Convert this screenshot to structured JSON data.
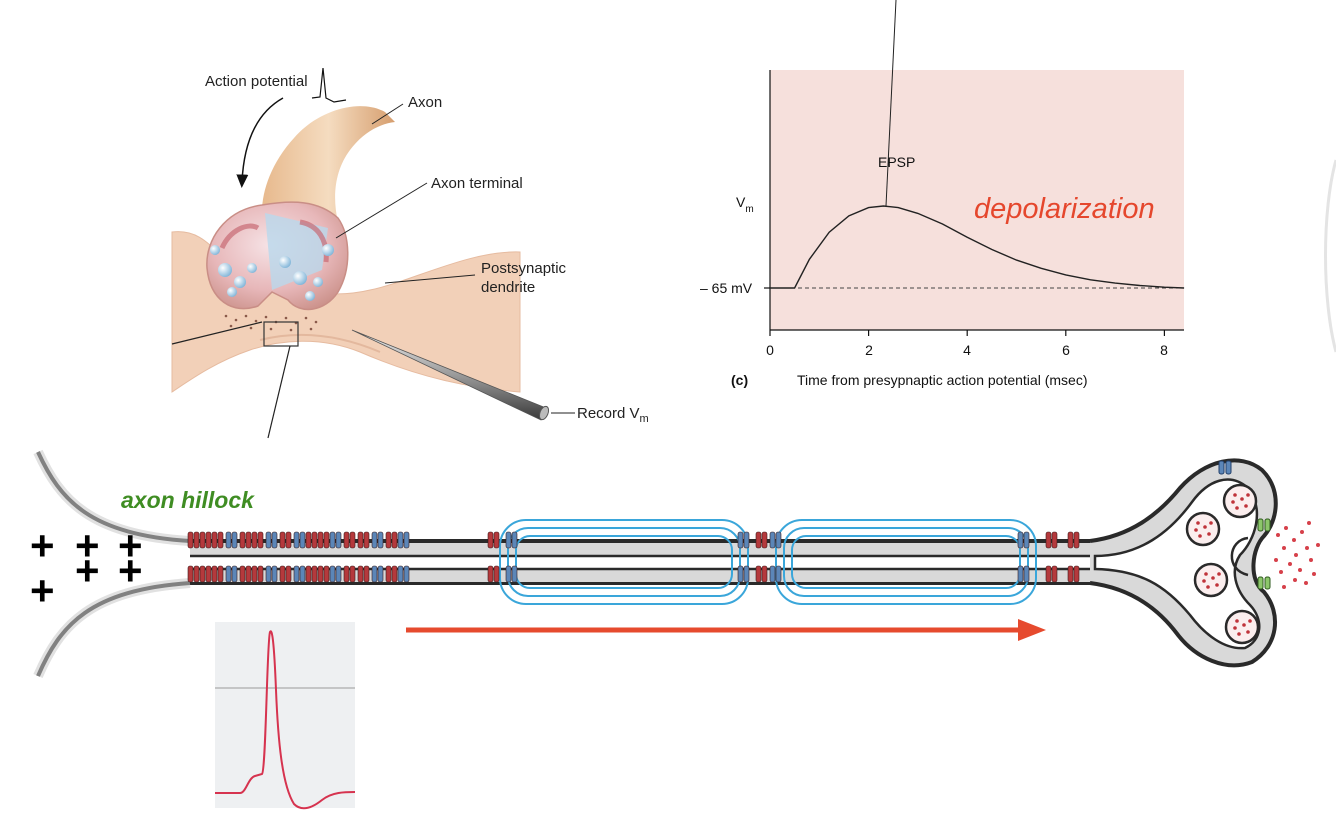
{
  "synapse_labels": {
    "action_potential": "Action potential",
    "axon": "Axon",
    "axon_terminal": "Axon terminal",
    "postsynaptic_line1": "Postsynaptic",
    "postsynaptic_line2": "dendrite",
    "record_main": "Record V",
    "record_sub": "m"
  },
  "epsp_chart": {
    "panel_label": "(c)",
    "peak_label": "EPSP",
    "annotation": "depolarization",
    "y_label_main": "V",
    "y_label_sub": "m",
    "baseline_label": "– 65 mV",
    "x_label": "Time from presypnaptic action potential (msec)",
    "x_ticks": [
      "0",
      "2",
      "4",
      "6",
      "8"
    ]
  },
  "axon_diagram": {
    "hillock_label": "axon hillock",
    "plus_sign": "+"
  },
  "colors": {
    "chart_background": "#f6e0dc",
    "depolarization_red": "#e5472d",
    "hillock_green": "#3f8d23",
    "arrow_red": "#e64a2e",
    "myelin_blue": "#3aa6da",
    "channel_red": "#b5393c",
    "channel_blue": "#5b86b8",
    "spike_red": "#d6334f",
    "inset_background": "#eef0f2"
  },
  "chart_data": {
    "type": "line",
    "title": "",
    "xlabel": "Time from presypnaptic action potential (msec)",
    "ylabel": "Vm",
    "xlim": [
      0,
      8.4
    ],
    "x_ticks": [
      0,
      2,
      4,
      6,
      8
    ],
    "grid": false,
    "baseline": -65,
    "series": [
      {
        "name": "EPSP",
        "x": [
          0,
          0.5,
          0.8,
          1.2,
          1.6,
          2.0,
          2.3,
          2.6,
          3.0,
          3.5,
          4.0,
          4.5,
          5.0,
          5.5,
          6.0,
          6.5,
          7.0,
          7.5,
          8.0,
          8.4
        ],
        "y": [
          0,
          0,
          0.35,
          0.68,
          0.88,
          0.98,
          1.0,
          0.98,
          0.91,
          0.78,
          0.62,
          0.47,
          0.34,
          0.24,
          0.16,
          0.1,
          0.06,
          0.03,
          0.01,
          0.0
        ]
      }
    ]
  }
}
